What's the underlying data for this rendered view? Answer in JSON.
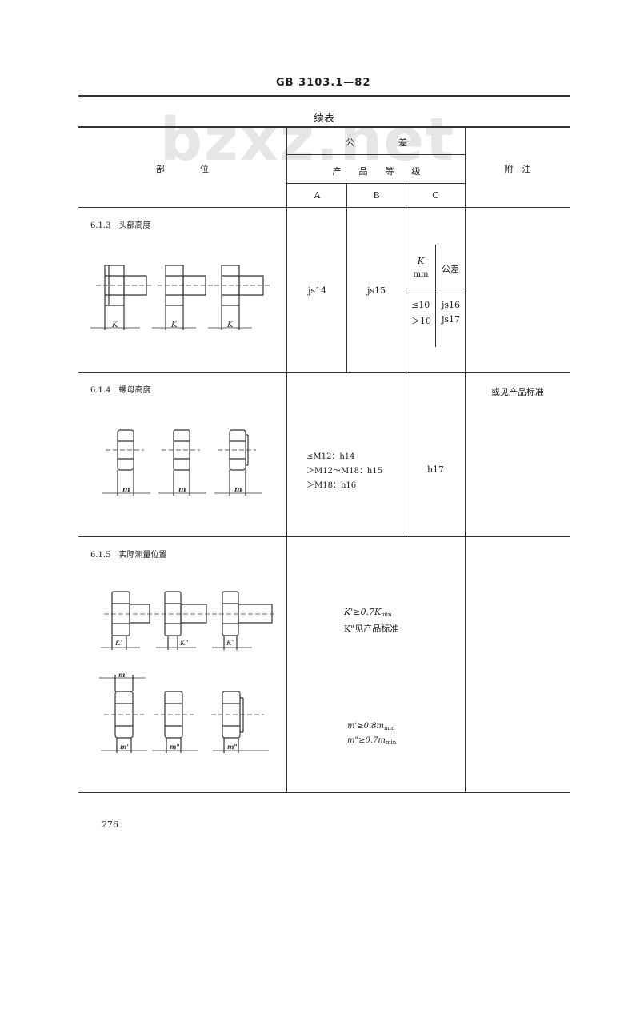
{
  "header": {
    "doc_code": "GB 3103.1—82"
  },
  "watermark": "bzxz.net",
  "table": {
    "continued": "续表",
    "col_part": "部　　　　位",
    "col_tolerance": "公　　　　　差",
    "col_grade": "产　　品　　等　　级",
    "col_note": "附　注",
    "grades": [
      "A",
      "B",
      "C"
    ]
  },
  "rows": {
    "r613": {
      "title": "6.1.3　头部高度",
      "fig_labels": [
        "K",
        "K",
        "K"
      ],
      "grade_a": "js14",
      "grade_b": "js15",
      "sub_head_k": "K",
      "sub_head_unit": "mm",
      "sub_head_tol": "公差",
      "sub_r1_k": "≤10",
      "sub_r1_tol": "js16",
      "sub_r2_k": "＞10",
      "sub_r2_tol": "js17"
    },
    "r614": {
      "title": "6.1.4　螺母高度",
      "fig_labels": [
        "m",
        "m",
        "m"
      ],
      "ab_lines": [
        "≤M12：h14",
        "＞M12～M18：h15",
        "＞M18：h16"
      ],
      "grade_c": "h17",
      "note": "或见产品标准"
    },
    "r615": {
      "title": "6.1.5　实际测量位置",
      "fig_k_labels": [
        "K'",
        "K\"",
        "K'"
      ],
      "fig_m_labels": [
        "m'",
        "m'",
        "m\"",
        "m\""
      ],
      "k1_pre": "K'≥0.7K",
      "k1_sub": "min",
      "k2": "K\"见产品标准",
      "m1_pre": "m'≥0.8m",
      "m1_sub": "min",
      "m2_pre": "m\"≥0.7m",
      "m2_sub": "min"
    }
  },
  "footer": {
    "page_number": "276"
  }
}
